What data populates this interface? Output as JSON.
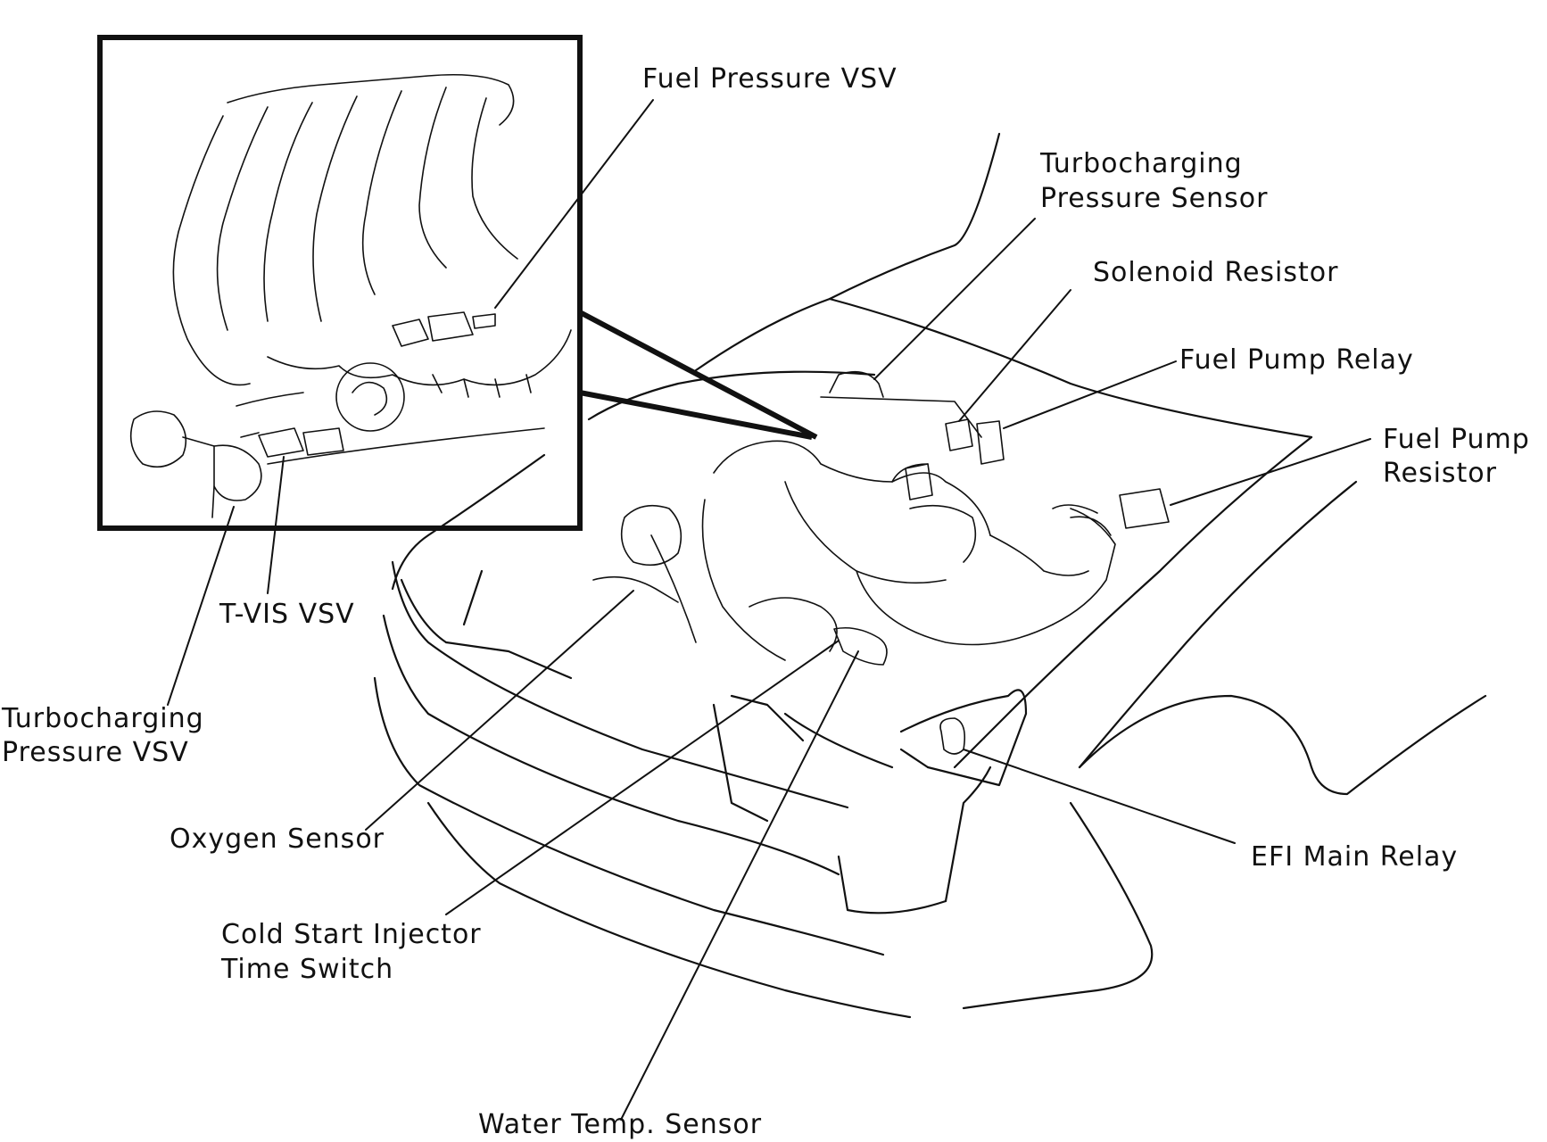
{
  "labels": {
    "fuel_pressure_vsv": "Fuel Pressure VSV",
    "turbo_pressure_sensor_1": "Turbocharging",
    "turbo_pressure_sensor_2": "Pressure Sensor",
    "solenoid_resistor": "Solenoid Resistor",
    "fuel_pump_relay": "Fuel Pump Relay",
    "fuel_pump_resistor_1": "Fuel Pump",
    "fuel_pump_resistor_2": "Resistor",
    "tvis_vsv": "T-VIS VSV",
    "turbo_pressure_vsv_1": "Turbocharging",
    "turbo_pressure_vsv_2": "Pressure VSV",
    "oxygen_sensor": "Oxygen Sensor",
    "cold_start_1": "Cold Start Injector",
    "cold_start_2": "Time Switch",
    "efi_main_relay": "EFI Main Relay",
    "water_temp_sensor": "Water Temp. Sensor"
  },
  "colors": {
    "ink": "#111111",
    "paper": "#ffffff"
  }
}
